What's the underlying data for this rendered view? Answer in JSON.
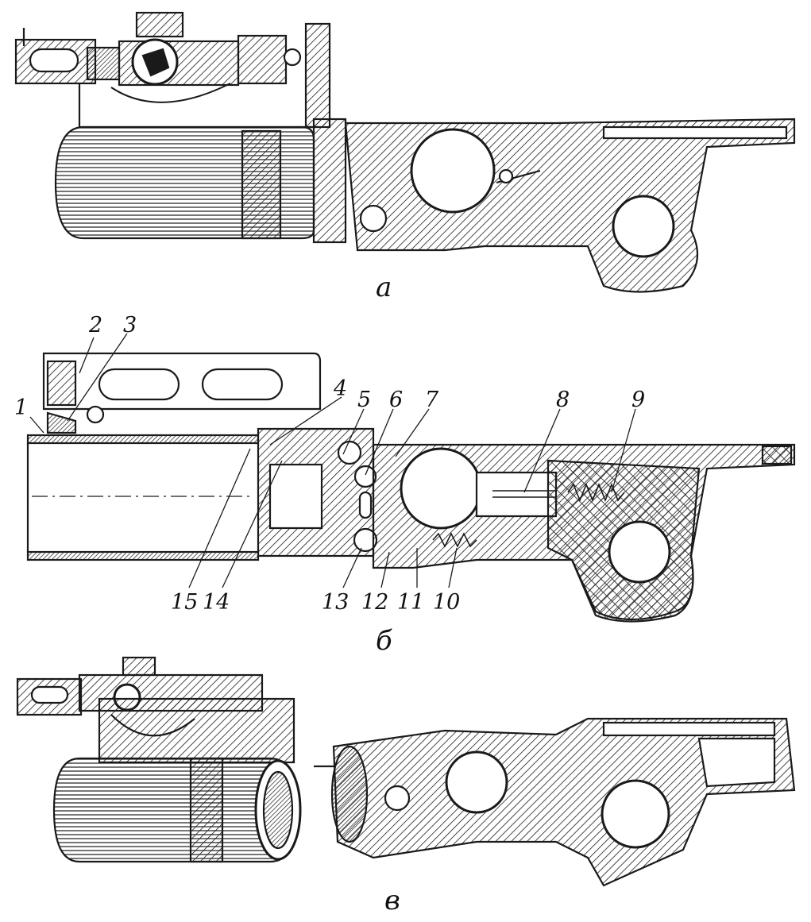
{
  "captions": {
    "a": "а",
    "b": "б",
    "c": "в"
  },
  "callouts": [
    "1",
    "2",
    "3",
    "4",
    "5",
    "6",
    "7",
    "8",
    "9",
    "10",
    "11",
    "12",
    "13",
    "14",
    "15"
  ],
  "colors": {
    "ink": "#1a1a1a",
    "paper": "#ffffff"
  }
}
